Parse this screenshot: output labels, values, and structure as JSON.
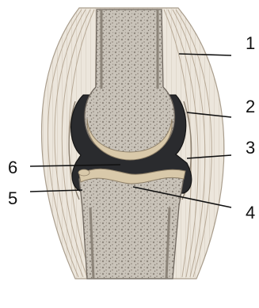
{
  "labels": [
    "1",
    "2",
    "3",
    "4",
    "5",
    "6"
  ],
  "colors": {
    "background": "#ffffff",
    "capsule_outer": "#ece6dc",
    "ligament_lines": "#b9ab98",
    "bone_spongy": "#c9c3b9",
    "bone_edge": "#6f675e",
    "cartilage": "#d9c9aa",
    "cavity": "#2a2b2e",
    "text": "#111111"
  }
}
